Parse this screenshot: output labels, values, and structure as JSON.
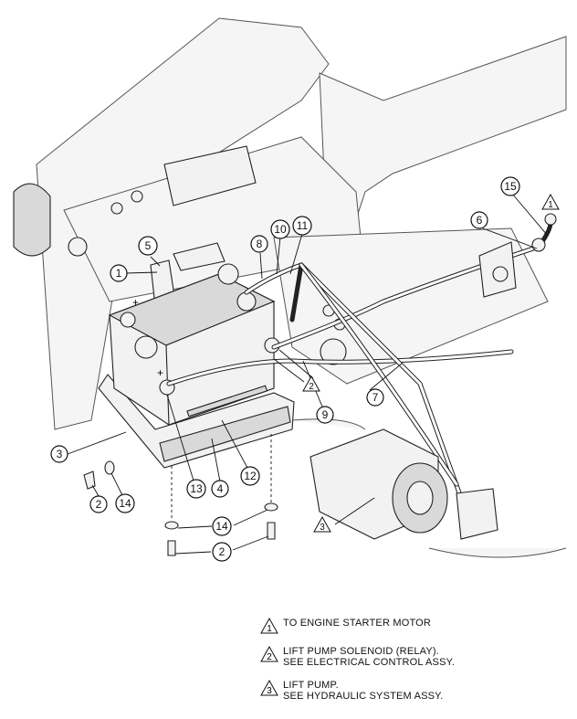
{
  "callouts": [
    {
      "id": "c1",
      "label": "1"
    },
    {
      "id": "c2a",
      "label": "2"
    },
    {
      "id": "c2b",
      "label": "2"
    },
    {
      "id": "c3",
      "label": "3"
    },
    {
      "id": "c4",
      "label": "4"
    },
    {
      "id": "c5",
      "label": "5"
    },
    {
      "id": "c6",
      "label": "6"
    },
    {
      "id": "c7",
      "label": "7"
    },
    {
      "id": "c8",
      "label": "8"
    },
    {
      "id": "c9",
      "label": "9"
    },
    {
      "id": "c10",
      "label": "10"
    },
    {
      "id": "c11",
      "label": "11"
    },
    {
      "id": "c12",
      "label": "12"
    },
    {
      "id": "c13",
      "label": "13"
    },
    {
      "id": "c14a",
      "label": "14"
    },
    {
      "id": "c14b",
      "label": "14"
    },
    {
      "id": "c15",
      "label": "15"
    }
  ],
  "notes": [
    {
      "num": "1",
      "lines": [
        "TO ENGINE STARTER MOTOR"
      ]
    },
    {
      "num": "2",
      "lines": [
        "LIFT PUMP SOLENOID (RELAY).",
        "SEE ELECTRICAL CONTROL ASSY."
      ]
    },
    {
      "num": "3",
      "lines": [
        "LIFT PUMP.",
        "SEE HYDRAULIC SYSTEM ASSY."
      ]
    }
  ],
  "battery_terminal_marks": [
    "+",
    "+"
  ]
}
